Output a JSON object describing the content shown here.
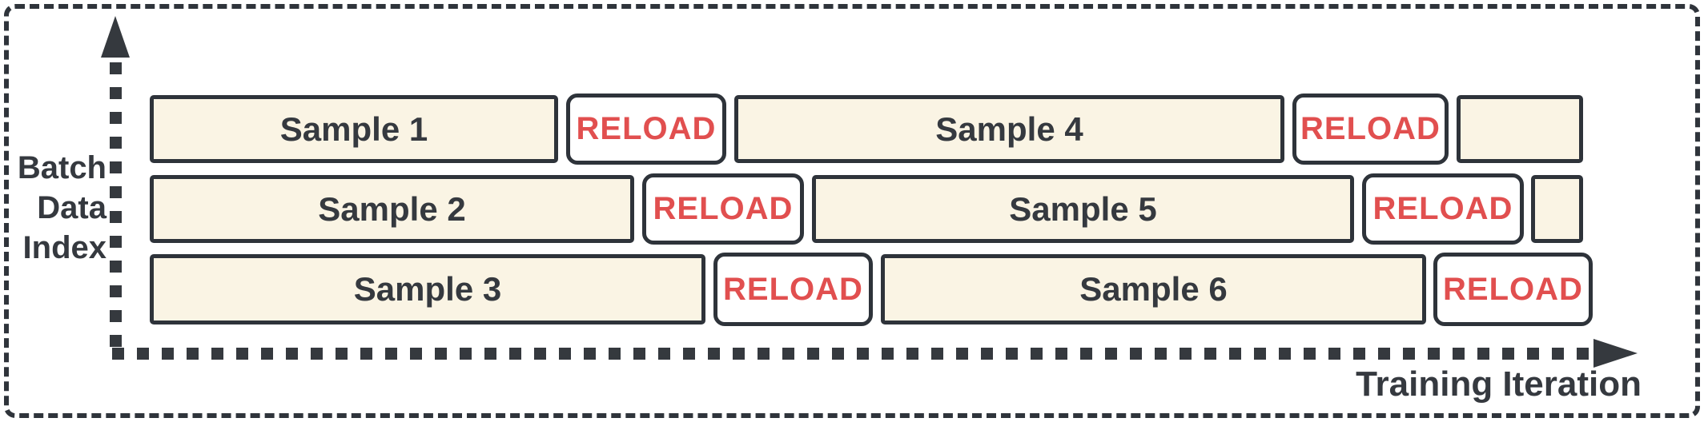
{
  "diagram": {
    "y_axis": {
      "lines": [
        "Batch",
        "Data",
        "Index"
      ]
    },
    "x_axis": {
      "label": "Training Iteration"
    },
    "rows": [
      {
        "blocks": [
          {
            "kind": "sample",
            "label": "Sample 1"
          },
          {
            "kind": "reload",
            "label": "RELOAD"
          },
          {
            "kind": "sample",
            "label": "Sample 4"
          },
          {
            "kind": "reload",
            "label": "RELOAD"
          },
          {
            "kind": "sample",
            "label": ""
          }
        ]
      },
      {
        "blocks": [
          {
            "kind": "sample",
            "label": "Sample 2"
          },
          {
            "kind": "reload",
            "label": "RELOAD"
          },
          {
            "kind": "sample",
            "label": "Sample 5"
          },
          {
            "kind": "reload",
            "label": "RELOAD"
          },
          {
            "kind": "sample",
            "label": ""
          }
        ]
      },
      {
        "blocks": [
          {
            "kind": "sample",
            "label": "Sample 3"
          },
          {
            "kind": "reload",
            "label": "RELOAD"
          },
          {
            "kind": "sample",
            "label": "Sample 6"
          },
          {
            "kind": "reload",
            "label": "RELOAD"
          }
        ]
      }
    ],
    "colors": {
      "background": "#ffffff",
      "sample_fill": "#faf4e4",
      "reload_fill": "#ffffff",
      "reload_text": "#e14f4f",
      "block_outline": "#2e333a",
      "axis": "#35393e",
      "label_text": "#35393f",
      "outer_border": "#2f343b"
    }
  }
}
